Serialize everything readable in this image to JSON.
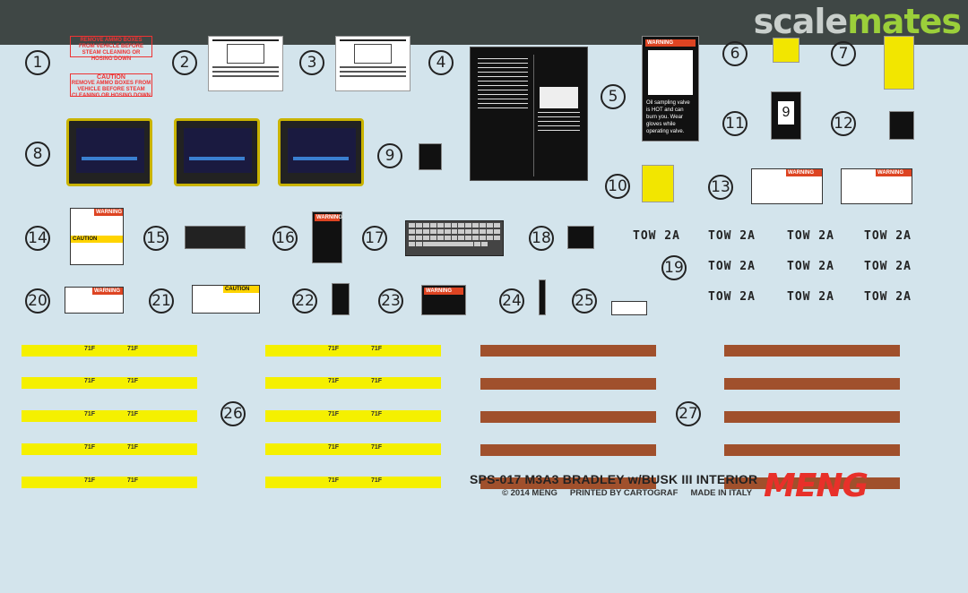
{
  "watermark": {
    "part1": "scale",
    "part2": "mates"
  },
  "colors": {
    "background": "#d3e4ec",
    "yellow_stripe": "#f5f000",
    "brown_stripe": "#a0502c",
    "brand_red": "#e8302a",
    "watermark_green": "#9bcf3a"
  },
  "numbers": [
    "1",
    "2",
    "3",
    "4",
    "5",
    "6",
    "7",
    "8",
    "9",
    "10",
    "11",
    "12",
    "13",
    "14",
    "15",
    "16",
    "17",
    "18",
    "19",
    "20",
    "21",
    "22",
    "23",
    "24",
    "25",
    "26",
    "27"
  ],
  "decal1": {
    "top": "REMOVE AMMO BOXES FROM VEHICLE BEFORE STEAM CLEANING OR HOSING DOWN",
    "caution_title": "CAUTION",
    "bottom": "REMOVE AMMO BOXES FROM VEHICLE BEFORE STEAM CLEANING OR HOSING DOWN"
  },
  "decal5": {
    "warning": "WARNING",
    "text": "Oil sampling valve is HOT and can burn you. Wear gloves while operating valve."
  },
  "decal11_digit": "9",
  "warnings": {
    "warning": "WARNING",
    "caution": "CAUTION"
  },
  "tow_label": "TOW 2A",
  "stripe_label": "71F",
  "footer": {
    "title": "SPS-017 M3A3 BRADLEY w/BUSK III INTERIOR",
    "copyright": "© 2014 MENG",
    "printer": "PRINTED BY CARTOGRAF",
    "origin": "MADE IN ITALY",
    "logo": "MENG"
  }
}
